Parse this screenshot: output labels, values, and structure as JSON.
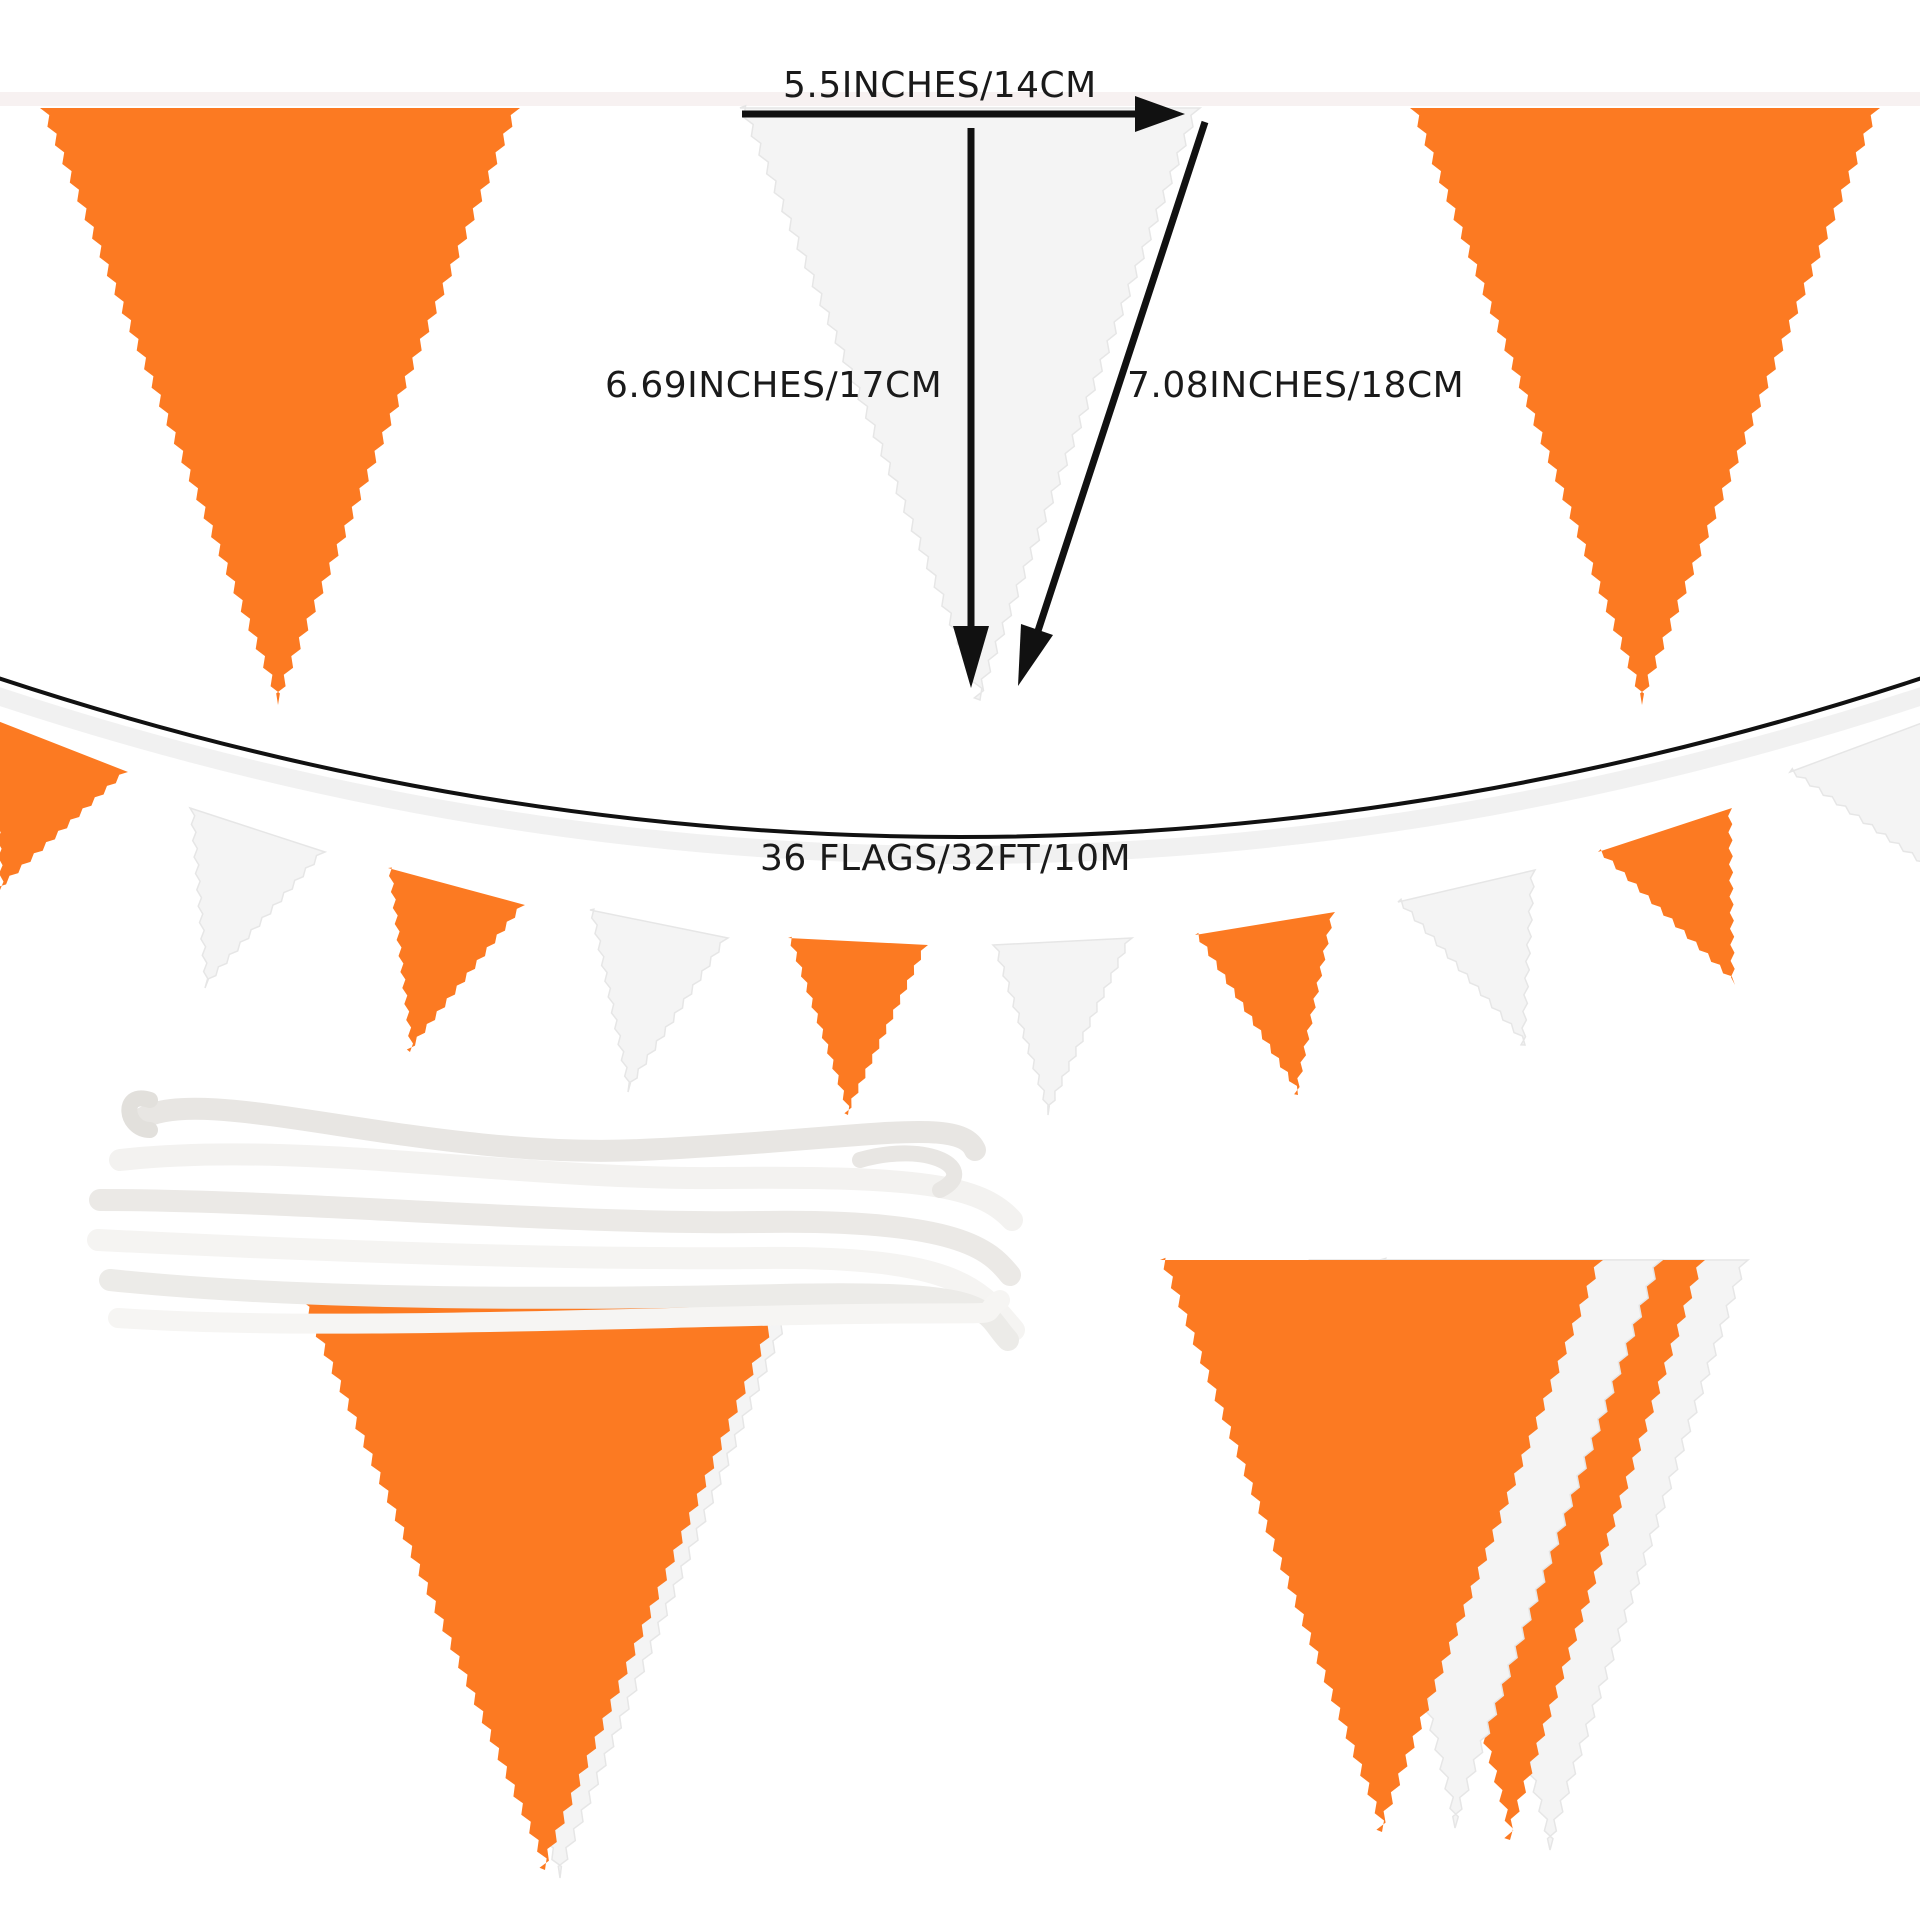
{
  "colors": {
    "orange": "#fc7a22",
    "white_flag": "#f4f4f4",
    "background": "#ffffff",
    "arrow": "#111111"
  },
  "dimensions": {
    "width_label": "5.5INCHES/14CM",
    "height_label": "6.69INCHES/17CM",
    "side_label": "7.08INCHES/18CM"
  },
  "banner": {
    "length_label": "36 FLAGS/32FT/10M"
  }
}
